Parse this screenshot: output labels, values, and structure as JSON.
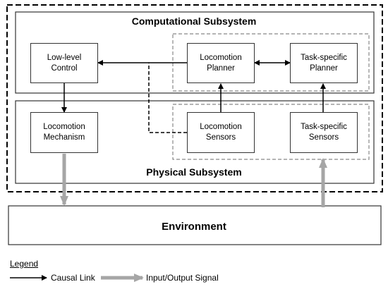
{
  "diagram": {
    "computational_title": "Computational Subsystem",
    "physical_title": "Physical Subsystem",
    "environment_label": "Environment",
    "boxes": {
      "low_level_control": "Low-level\nControl",
      "locomotion_planner": "Locomotion\nPlanner",
      "task_specific_planner": "Task-specific\nPlanner",
      "locomotion_mechanism": "Locomotion\nMechanism",
      "locomotion_sensors": "Locomotion\nSensors",
      "task_specific_sensors": "Task-specific\nSensors"
    }
  },
  "legend": {
    "title": "Legend",
    "causal_link": "Causal Link",
    "io_signal": "Input/Output Signal"
  },
  "colors": {
    "line": "#000000",
    "io_arrow": "#a6a6a6",
    "box_border": "#333333"
  }
}
